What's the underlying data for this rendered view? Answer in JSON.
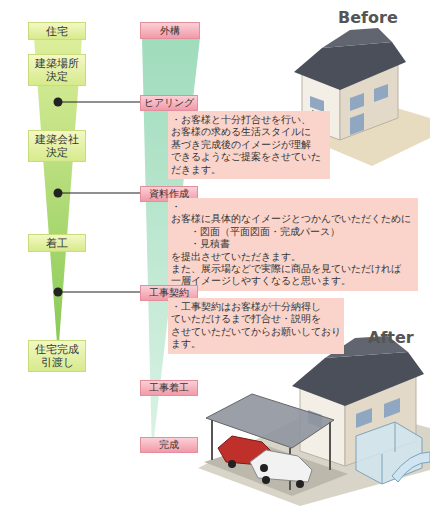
{
  "diagram": {
    "nodes": [
      {
        "text": [
          "住宅"
        ]
      },
      {
        "text": [
          "外構"
        ]
      },
      {
        "text": [
          "建築場所 決定"
        ]
      },
      {
        "text": [
          "ヒアリング"
        ]
      },
      {
        "text": [
          "・お客様と十分打合せを行い、 お客様の求める生活スタイルに 基づき完成後のイメージが理解 できるようなご提案をさせていた だきます。"
        ]
      },
      {
        "text": [
          "建築会社 決定"
        ]
      },
      {
        "text": [
          "資料作成"
        ]
      },
      {
        "text": [
          "・お客様に具体的なイメージとつかんでいただくために",
          "・図面（平面図面・完成パース）",
          "・見積書",
          "を提出させていただきます。",
          "また、展示場などで実際に商品を見ていただければ 一層イメージしやすくなると思います。"
        ]
      },
      {
        "text": [
          "着工"
        ]
      },
      {
        "text": [
          "工事契約"
        ]
      },
      {
        "text": [
          "・工事契約はお客様が十分納得し ていただけるまで打合せ・説明を させていただいてからお願いしており ます。"
        ]
      },
      {
        "text": [
          "住宅完成 引渡し"
        ]
      },
      {
        "text": [
          "工事着工"
        ]
      },
      {
        "text": [
          "完成"
        ]
      }
    ],
    "labels": [
      "Before",
      "After"
    ]
  }
}
